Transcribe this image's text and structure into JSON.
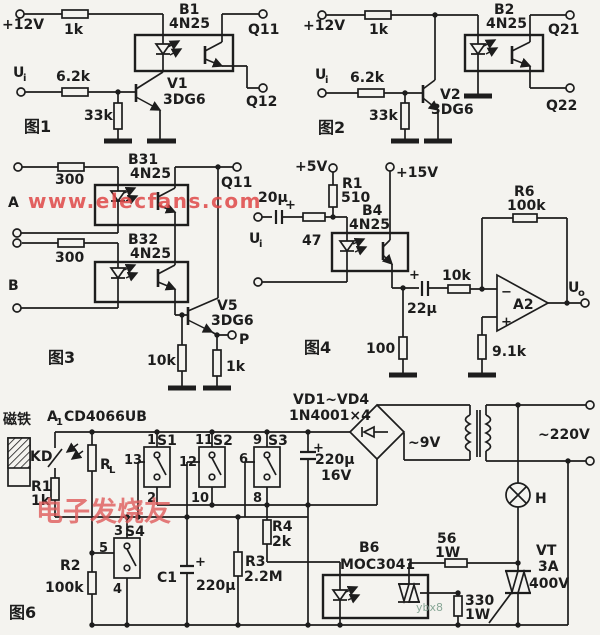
{
  "watermarks": {
    "site": "www.elecfans.com",
    "brand": "电子发烧友",
    "corner": "ybx8"
  },
  "fig1": {
    "caption": "图1",
    "vcc": "+12V",
    "r_vcc": "1k",
    "in_main": "U",
    "in_sub": "i",
    "r_in": "6.2k",
    "r_base": "33k",
    "opto_ref": "B1",
    "opto_part": "4N25",
    "tr_ref": "V1",
    "tr_part": "3DG6",
    "out1": "Q11",
    "out2": "Q12"
  },
  "fig2": {
    "caption": "图2",
    "vcc": "+12V",
    "r_vcc": "1k",
    "in_main": "U",
    "in_sub": "i",
    "r_in": "6.2k",
    "r_base": "33k",
    "opto_ref": "B2",
    "opto_part": "4N25",
    "tr_ref": "V2",
    "tr_part": "3DG6",
    "out1": "Q21",
    "out2": "Q22"
  },
  "fig3": {
    "caption": "图3",
    "in_a": "A",
    "in_b": "B",
    "r_a": "300",
    "r_b": "300",
    "opto1_ref": "B31",
    "opto1_part": "4N25",
    "opto2_ref": "B32",
    "opto2_part": "4N25",
    "out1": "Q11",
    "tr_ref": "V5",
    "tr_part": "3DG6",
    "r_c": "10k",
    "r_e": "1k",
    "out2": "P"
  },
  "fig4": {
    "caption": "图4",
    "vcc1": "+5V",
    "vcc2": "+15V",
    "r1_ref": "R1",
    "r1_val": "510",
    "c_in": "20μ",
    "c_in_plus": "+",
    "in_main": "U",
    "in_sub": "i",
    "r_in": "47",
    "opto_ref": "B4",
    "opto_part": "4N25",
    "c_out": "22μ",
    "c_out_plus": "+",
    "r_series": "10k",
    "r_gnd": "100",
    "amp": "A2",
    "amp_minus": "−",
    "amp_plus": "+",
    "rf_ref": "R6",
    "rf_val": "100k",
    "r_plus": "9.1k",
    "out_main": "U",
    "out_sub": "o"
  },
  "fig6": {
    "caption": "图6",
    "magnet": "磁铁",
    "ic_main": "A",
    "ic_sub": "1",
    "ic_part": "CD4066UB",
    "reed": "KD",
    "rl_main": "R",
    "rl_sub": "L",
    "r1_ref": "R1",
    "r1_val": "1k",
    "s1": {
      "name": "S1",
      "pin_in": "1",
      "pin_ctl": "13",
      "pin_out": "2"
    },
    "s2": {
      "name": "S2",
      "pin_in": "11",
      "pin_ctl": "12",
      "pin_out": "10"
    },
    "s3": {
      "name": "S3",
      "pin_in": "9",
      "pin_ctl": "6",
      "pin_out": "8"
    },
    "s4": {
      "name": "S4",
      "pin_in": "3",
      "pin_ctl": "5",
      "pin_out": "4"
    },
    "r2_ref": "R2",
    "r2_val": "100k",
    "c1_ref": "C1",
    "c1_val": "220μ",
    "c1_plus": "+",
    "r3_ref": "R3",
    "r3_val": "2.2M",
    "r4_ref": "R4",
    "r4_val": "2k",
    "diodes_ref": "VD1~VD4",
    "diodes_part": "1N4001×4",
    "c2_val": "220μ",
    "c2_volt": "16V",
    "c2_plus": "+",
    "ac_low": "~9V",
    "ac_mains": "~220V",
    "lamp": "H",
    "opto_ref": "B6",
    "opto_part": "MOC3041",
    "r5_val": "56",
    "r5_watt": "1W",
    "r6_val": "330",
    "r6_watt": "1W",
    "vt_ref": "VT",
    "vt_amp": "3A",
    "vt_volt": "400V"
  }
}
